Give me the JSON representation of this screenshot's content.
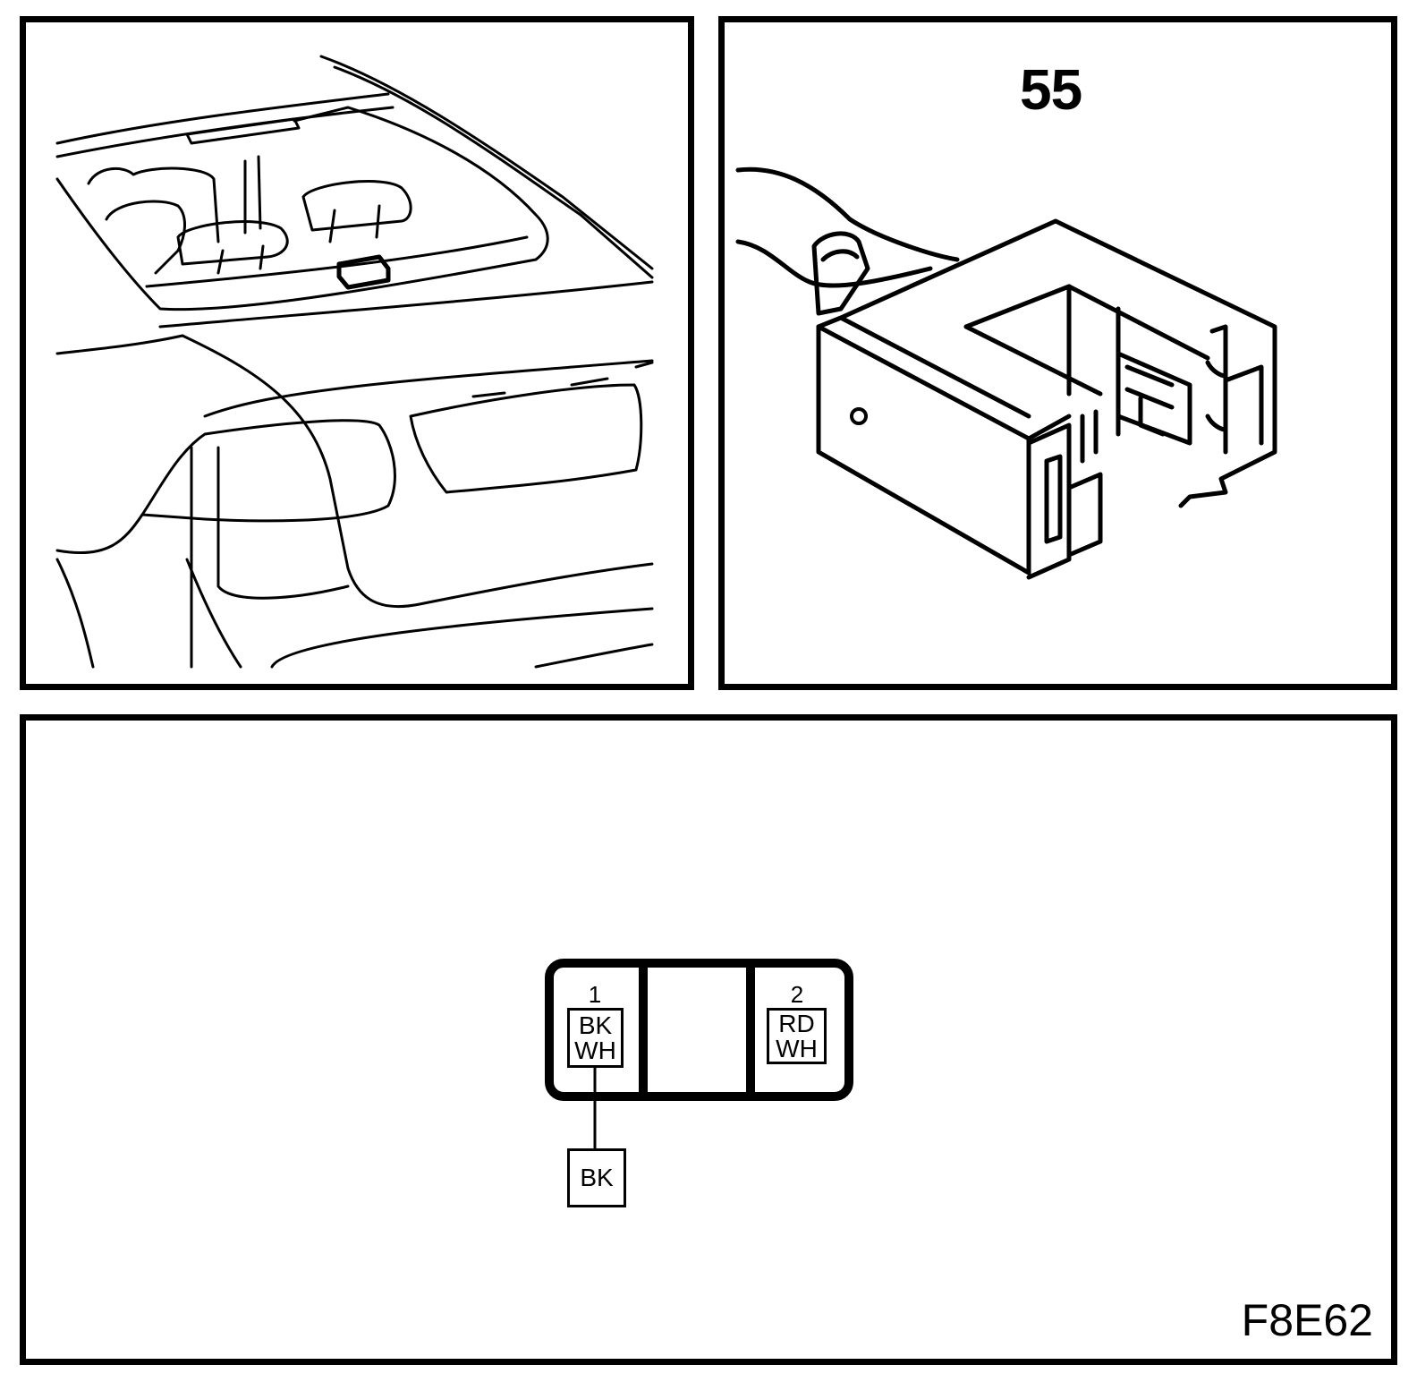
{
  "connector_number": "55",
  "figure_code": "F8E62",
  "pins": [
    {
      "number": "1",
      "colors": [
        "BK",
        "WH"
      ]
    },
    {
      "number": "2",
      "colors": [
        "RD",
        "WH"
      ]
    }
  ],
  "splice": {
    "colors": [
      "BK"
    ]
  }
}
